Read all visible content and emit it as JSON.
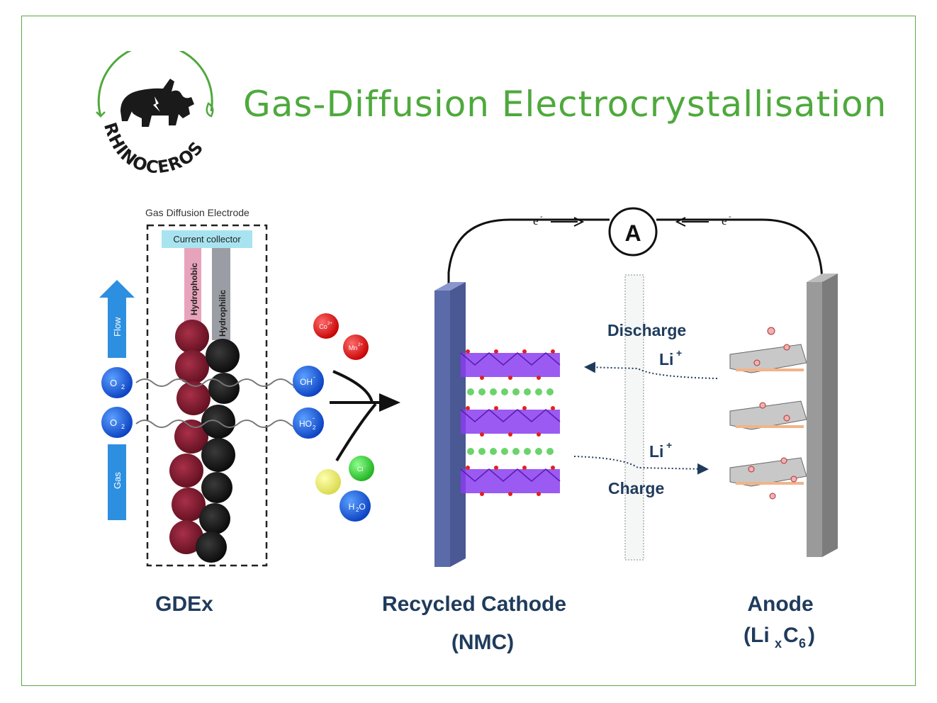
{
  "title": "Gas-Diffusion Electrocrystallisation",
  "logo_text": "RHINOCEROS",
  "colors": {
    "brand_green": "#4ea93c",
    "label_navy": "#1f3b5c",
    "flow_blue": "#2d8fe0",
    "cathode_blue": "#5b6aa8",
    "anode_gray": "#9a9a9a"
  },
  "gdex": {
    "electrode_title": "Gas Diffusion Electrode",
    "current_collector": "Current collector",
    "hydrophobic": "Hydrophobic",
    "hydrophilic": "Hydrophilic",
    "flow": "Flow",
    "gas": "Gas",
    "o2": "O",
    "o2_sub": "2",
    "oh": "OH",
    "oh_sup": "-",
    "ho2": "HO",
    "ho2_sub": "2",
    "ho2_sup": "-",
    "co": "Co",
    "co_sup": "2+",
    "mn": "Mn",
    "mn_sup": "2+",
    "cl": "Cl",
    "cl_sup": "-",
    "h2o": "H",
    "h2o_sub": "2",
    "h2o_o": "O"
  },
  "battery": {
    "electron": "e",
    "electron_sup": "-",
    "ammeter": "A",
    "discharge": "Discharge",
    "charge": "Charge",
    "li": "Li",
    "li_sup": "+"
  },
  "captions": {
    "gdex": "GDEx",
    "cathode_line1": "Recycled Cathode",
    "cathode_line2": "(NMC)",
    "anode_line1": "Anode",
    "anode_open": "(Li",
    "anode_x": "x",
    "anode_c": "C",
    "anode_6": "6",
    "anode_close": ")"
  }
}
